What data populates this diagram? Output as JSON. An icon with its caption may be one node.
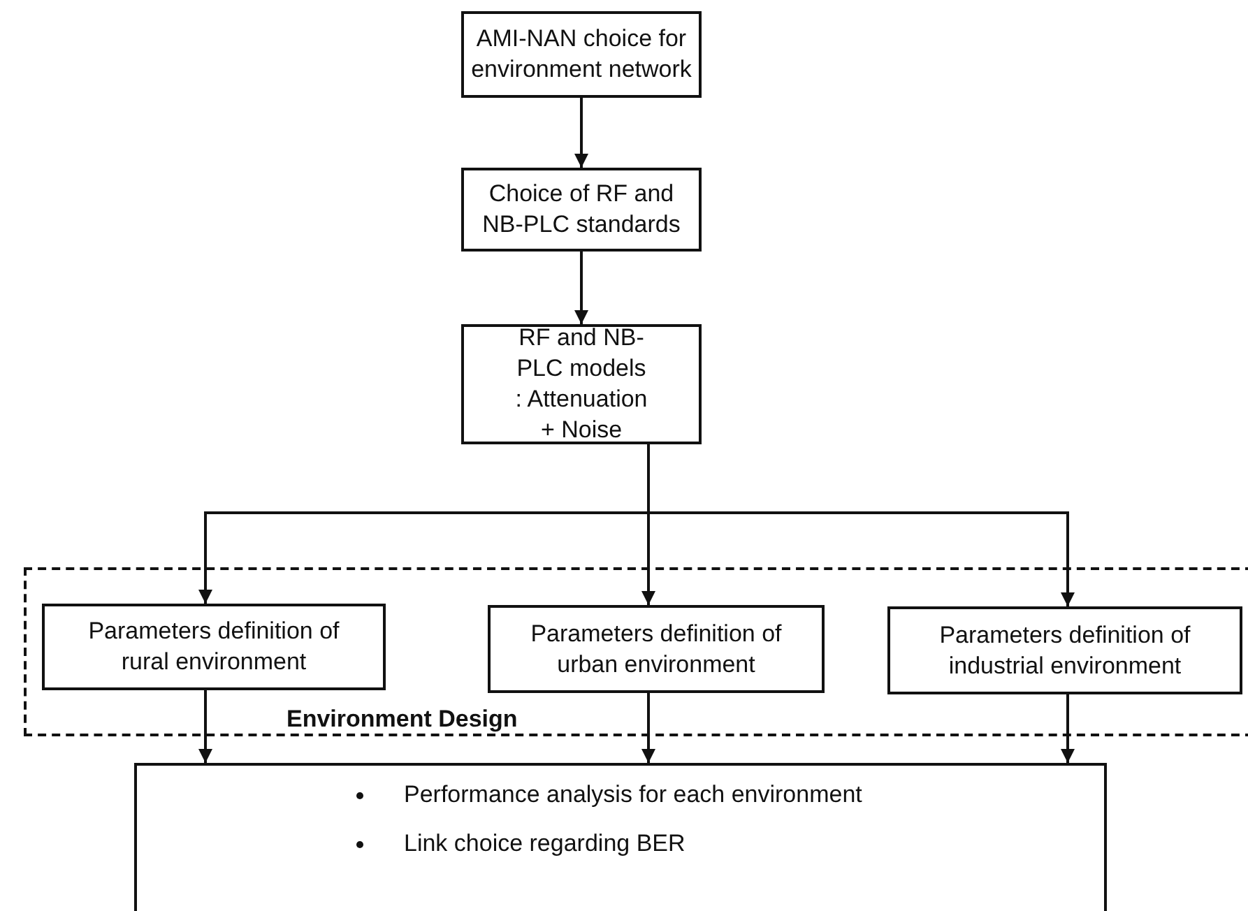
{
  "diagram": {
    "nodes": [
      {
        "text": [
          "AMI-NAN choice for environment network"
        ]
      },
      {
        "text": [
          "Choice of RF and NB-PLC standards"
        ]
      },
      {
        "text": [
          "RF and NB-PLC models : Attenuation + Noise"
        ]
      },
      {
        "text": [
          "Environment Design"
        ]
      },
      {
        "text": [
          "Parameters definition of rural environment"
        ],
        "in": 3
      },
      {
        "text": [
          "Parameters definition of urban environment"
        ],
        "in": 3
      },
      {
        "text": [
          "Parameters definition of industrial environment"
        ],
        "in": 3
      },
      {
        "text": [
          "Performance analysis for each environment",
          "Link choice regarding BER"
        ]
      }
    ],
    "edges": [
      {
        "from": 0,
        "to": 1,
        "arrow": "to"
      },
      {
        "from": 1,
        "to": 2,
        "arrow": "to"
      },
      {
        "from": 2,
        "to": 4,
        "arrow": "to"
      },
      {
        "from": 2,
        "to": 5,
        "arrow": "to"
      },
      {
        "from": 2,
        "to": 6,
        "arrow": "to"
      },
      {
        "from": 4,
        "to": 7,
        "arrow": "to"
      },
      {
        "from": 5,
        "to": 7,
        "arrow": "to"
      },
      {
        "from": 6,
        "to": 7,
        "arrow": "to"
      }
    ]
  }
}
